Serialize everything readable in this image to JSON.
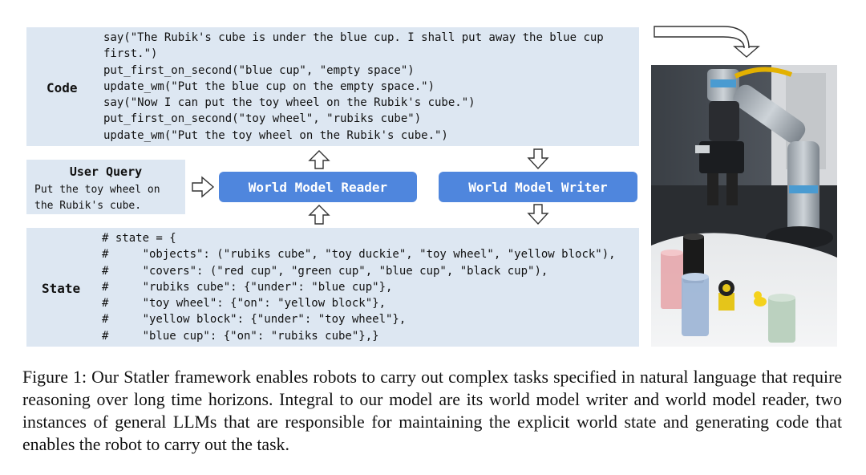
{
  "code": {
    "label": "Code",
    "lines": [
      "say(\"The Rubik's cube is under the blue cup. I shall put away the blue cup",
      "first.\")",
      "put_first_on_second(\"blue cup\", \"empty space\")",
      "update_wm(\"Put the blue cup on the empty space.\")",
      "say(\"Now I can put the toy wheel on the Rubik's cube.\")",
      "put_first_on_second(\"toy wheel\", \"rubiks cube\")",
      "update_wm(\"Put the toy wheel on the Rubik's cube.\")"
    ]
  },
  "user_query": {
    "title": "User Query",
    "text": "Put the toy wheel on\nthe Rubik's cube."
  },
  "reader": {
    "label": "World Model Reader"
  },
  "writer": {
    "label": "World Model Writer"
  },
  "state": {
    "label": "State",
    "lines": [
      "# state = {",
      "#     \"objects\": (\"rubiks cube\", \"toy duckie\", \"toy wheel\", \"yellow block\"),",
      "#     \"covers\": (\"red cup\", \"green cup\", \"blue cup\", \"black cup\"),",
      "#     \"rubiks cube\": {\"under\": \"blue cup\"},",
      "#     \"toy wheel\": {\"on\": \"yellow block\"},",
      "#     \"yellow block\": {\"under\": \"toy wheel\"},",
      "#     \"blue cup\": {\"on\": \"rubiks cube\"},}"
    ]
  },
  "caption": "Figure 1: Our Statler framework enables robots to carry out complex tasks specified in natural language that require reasoning over long time horizons. Integral to our model are its world model writer and world model reader, two instances of general LLMs that are responsible for maintaining the explicit world state and generating code that enables the robot to carry out the task.",
  "colors": {
    "panel_bg": "#dde7f2",
    "button_bg": "#4f86dd",
    "button_text": "#ffffff"
  },
  "icons": [
    "arrow-up-icon",
    "arrow-down-icon",
    "arrow-right-icon",
    "curved-arrow-icon"
  ]
}
